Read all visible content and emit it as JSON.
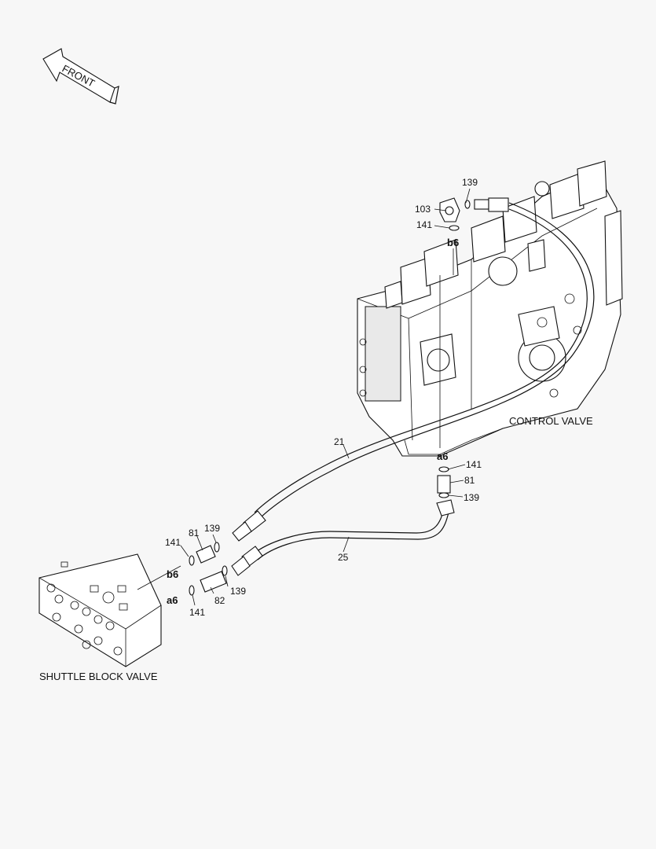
{
  "orientation": {
    "front_label": "FRONT"
  },
  "assemblies": {
    "control_valve": "CONTROL VALVE",
    "shuttle_block_valve": "SHUTTLE BLOCK VALVE"
  },
  "callouts": {
    "top_139": "139",
    "top_103": "103",
    "top_141": "141",
    "top_b6": "b6",
    "hose_21": "21",
    "right_a6": "a6",
    "right_141": "141",
    "right_81": "81",
    "right_139": "139",
    "hose_25": "25",
    "left_81": "81",
    "left_139_upper": "139",
    "left_141_upper": "141",
    "left_b6": "b6",
    "left_139_lower": "139",
    "left_a6": "a6",
    "left_82": "82",
    "left_141_lower": "141"
  }
}
